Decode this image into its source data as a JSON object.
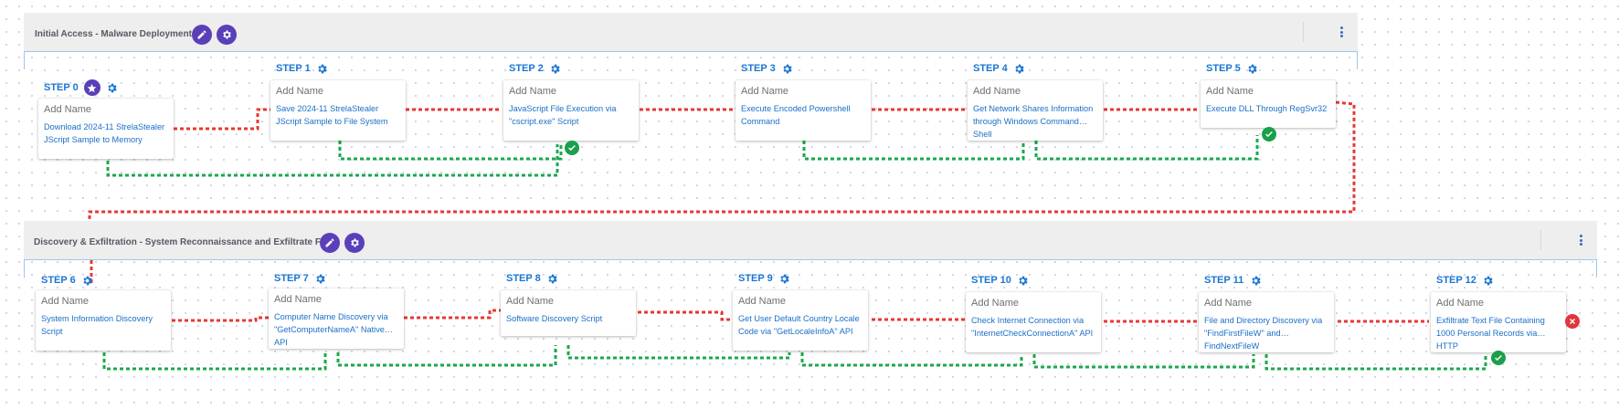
{
  "groups": [
    {
      "title": "Initial Access - Malware Deployment"
    },
    {
      "title": "Discovery & Exfiltration - System Reconnaissance and Exfiltrate Files"
    }
  ],
  "steps": [
    {
      "label": "STEP 0",
      "name": "Add Name",
      "description": "Download 2024-11 StrelaStealer JScript Sample to Memory"
    },
    {
      "label": "STEP 1",
      "name": "Add Name",
      "description": "Save 2024-11 StrelaStealer JScript Sample to File System"
    },
    {
      "label": "STEP 2",
      "name": "Add Name",
      "description": "JavaScript File Execution via \"cscript.exe\" Script"
    },
    {
      "label": "STEP 3",
      "name": "Add Name",
      "description": "Execute Encoded Powershell Command"
    },
    {
      "label": "STEP 4",
      "name": "Add Name",
      "description": "Get Network Shares Information through Windows Command Shell"
    },
    {
      "label": "STEP 5",
      "name": "Add Name",
      "description": "Execute DLL Through RegSvr32"
    },
    {
      "label": "STEP 6",
      "name": "Add Name",
      "description": "System Information Discovery Script"
    },
    {
      "label": "STEP 7",
      "name": "Add Name",
      "description": "Computer Name Discovery via \"GetComputerNameA\" Native API"
    },
    {
      "label": "STEP 8",
      "name": "Add Name",
      "description": "Software Discovery Script"
    },
    {
      "label": "STEP 9",
      "name": "Add Name",
      "description": "Get User Default Country Locale Code via \"GetLocaleInfoA\" API"
    },
    {
      "label": "STEP 10",
      "name": "Add Name",
      "description": "Check Internet Connection via \"InternetCheckConnectionA\" API"
    },
    {
      "label": "STEP 11",
      "name": "Add Name",
      "description": "File and Directory Discovery via \"FindFirstFileW\" and FindNextFileW"
    },
    {
      "label": "STEP 12",
      "name": "Add Name",
      "description": "Exfiltrate Text File Containing 1000 Personal Records via HTTP"
    }
  ],
  "colors": {
    "red_link": "#e53935",
    "green_link": "#1aa84f",
    "accent": "#5b3fb9",
    "step_blue": "#1976d2"
  },
  "icons": {
    "edit": "pencil-icon",
    "settings": "gear-icon",
    "star": "star-icon",
    "menu": "more-vertical-icon",
    "success": "check-icon",
    "failure": "close-icon"
  }
}
